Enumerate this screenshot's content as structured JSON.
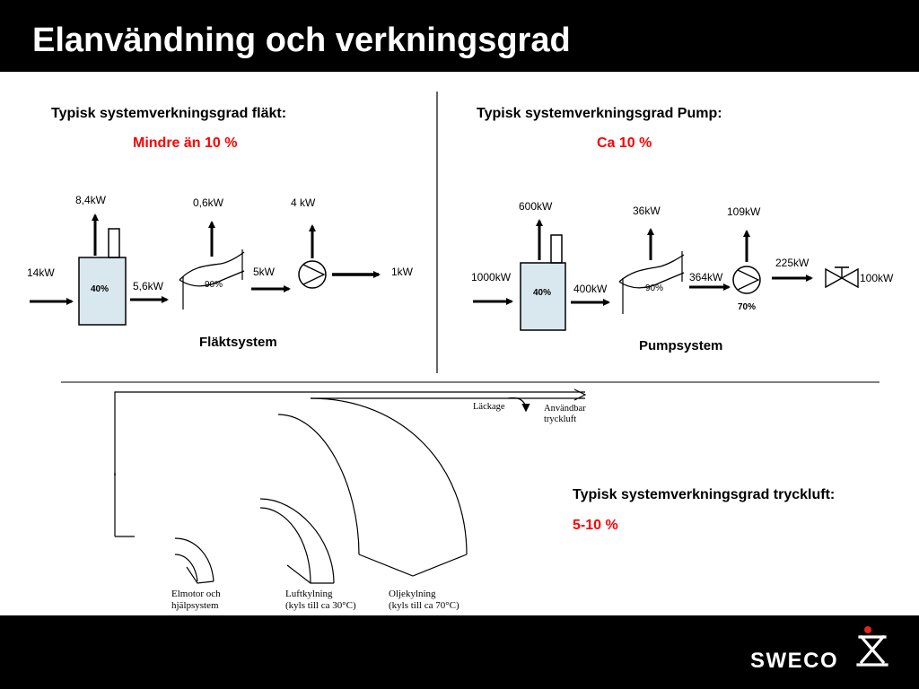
{
  "slide": {
    "title": "Elanvändning och verkningsgrad",
    "colors": {
      "accent": "#ff0000",
      "bar": "#000000",
      "box": "#d9e8ef"
    }
  },
  "fan": {
    "heading": "Typisk systemverkningsgrad fläkt:",
    "value": "Mindre än 10 %",
    "diagram": {
      "caption": "Fläktsystem",
      "input": "14kW",
      "motor_loss": "8,4kW",
      "motor_eff": "40%",
      "after_motor": "5,6kW",
      "belt_loss": "0,6kW",
      "belt_eff": "90%",
      "after_belt": "5kW",
      "fan_loss": "4 kW",
      "output": "1kW"
    }
  },
  "pump": {
    "heading": "Typisk systemverkningsgrad Pump:",
    "value": "Ca 10 %",
    "diagram": {
      "caption": "Pumpsystem",
      "input": "1000kW",
      "motor_loss": "600kW",
      "motor_eff": "40%",
      "after_motor": "400kW",
      "belt_loss": "36kW",
      "belt_eff": "90%",
      "after_belt": "364kW",
      "pump_loss": "109kW",
      "pump_eff": "70%",
      "after_pump": "225kW",
      "output": "100kW"
    }
  },
  "air": {
    "heading": "Typisk systemverkningsgrad tryckluft:",
    "value": "5-10 %",
    "diagram": {
      "leak": "Läckage",
      "usable_1": "Användbar",
      "usable_2": "tryckluft",
      "motor_1": "Elmotor och",
      "motor_2": "hjälpsystem",
      "aircool_1": "Luftkylning",
      "aircool_2": "(kyls till ca 30°C)",
      "oilcool_1": "Oljekylning",
      "oilcool_2": "(kyls till ca 70°C)"
    }
  },
  "logo": {
    "text": "SWECO"
  }
}
